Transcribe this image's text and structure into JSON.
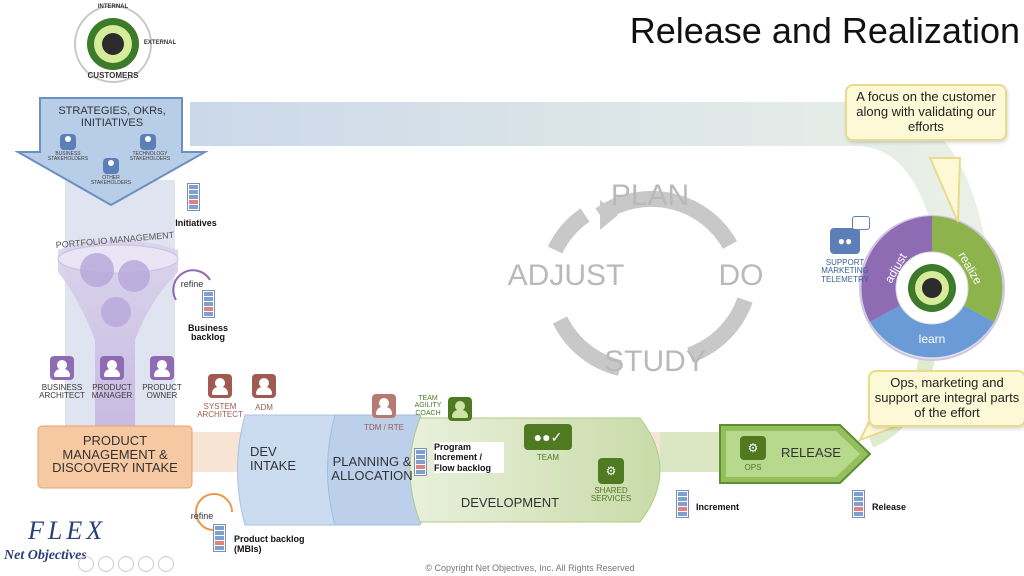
{
  "title": "Release and Realization",
  "customers_badge": {
    "top": "INTERNAL",
    "bottom": "CUSTOMERS",
    "right": "EXTERNAL"
  },
  "strategy": {
    "label": "STRATEGIES, OKRs, INITIATIVES",
    "business_stakeholders": "BUSINESS STAKEHOLDERS",
    "technology_stakeholders": "TECHNOLOGY STAKEHOLDERS",
    "other_stakeholders": "OTHER STAKEHOLDERS"
  },
  "initiatives_label": "Initiatives",
  "portfolio_management": "PORTFOLIO MANAGEMENT",
  "refine_label": "refine",
  "business_backlog": "Business backlog",
  "roles": {
    "business_architect": "BUSINESS ARCHITECT",
    "product_manager": "PRODUCT MANAGER",
    "product_owner": "PRODUCT OWNER",
    "system_architect": "SYSTEM ARCHITECT",
    "adm": "ADM",
    "tdm_rte": "TDM / RTE",
    "team_agility_coach": "TEAM AGILITY COACH",
    "team": "TEAM",
    "shared_services": "SHARED SERVICES",
    "ops": "OPS",
    "support_marketing_telemetry": "SUPPORT MARKETING TELEMETRY"
  },
  "stages": {
    "product_management": "PRODUCT MANAGEMENT & DISCOVERY INTAKE",
    "dev_intake": "DEV INTAKE",
    "planning": "PLANNING & ALLOCATION",
    "development": "DEVELOPMENT",
    "release": "RELEASE"
  },
  "program_increment": "Program Increment / Flow backlog",
  "increment_label": "Increment",
  "release_label": "Release",
  "product_backlog": "Product backlog (MBIs)",
  "cycle": {
    "plan": "PLAN",
    "do": "DO",
    "study": "STUDY",
    "adjust": "ADJUST"
  },
  "wheel": {
    "adjust": "adjust",
    "realize": "realize",
    "learn": "learn"
  },
  "callout_top": "A focus on the customer along with validating our efforts",
  "callout_bottom": "Ops, marketing and support are integral parts of the effort",
  "brand": {
    "flex": "FLEX",
    "logo": "Net Objectives"
  },
  "copyright": "© Copyright Net Objectives, Inc. All Rights Reserved",
  "colors": {
    "blue_band": "#c9d6e6",
    "green": "#8db34d",
    "purple": "#8f6bb3",
    "orange": "#f2b98c",
    "brown": "#a05a50"
  }
}
